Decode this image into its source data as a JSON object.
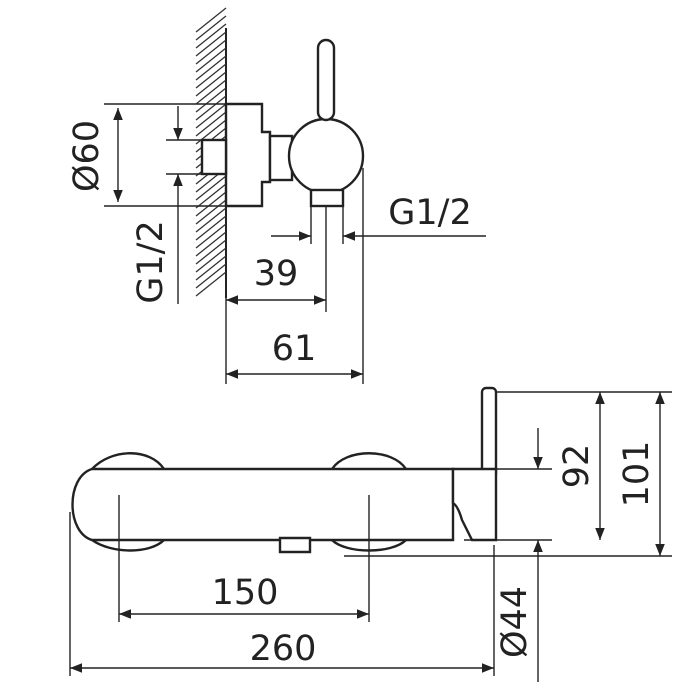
{
  "top_view": {
    "diameter_label": "Ø60",
    "thread_label_vertical": "G1/2",
    "thread_label_right": "G1/2",
    "offset_label": "39",
    "depth_label": "61"
  },
  "front_view": {
    "length_label": "150",
    "total_length_label": "260",
    "height_label_92": "92",
    "height_label_101": "101",
    "diameter_label": "Ø44"
  }
}
